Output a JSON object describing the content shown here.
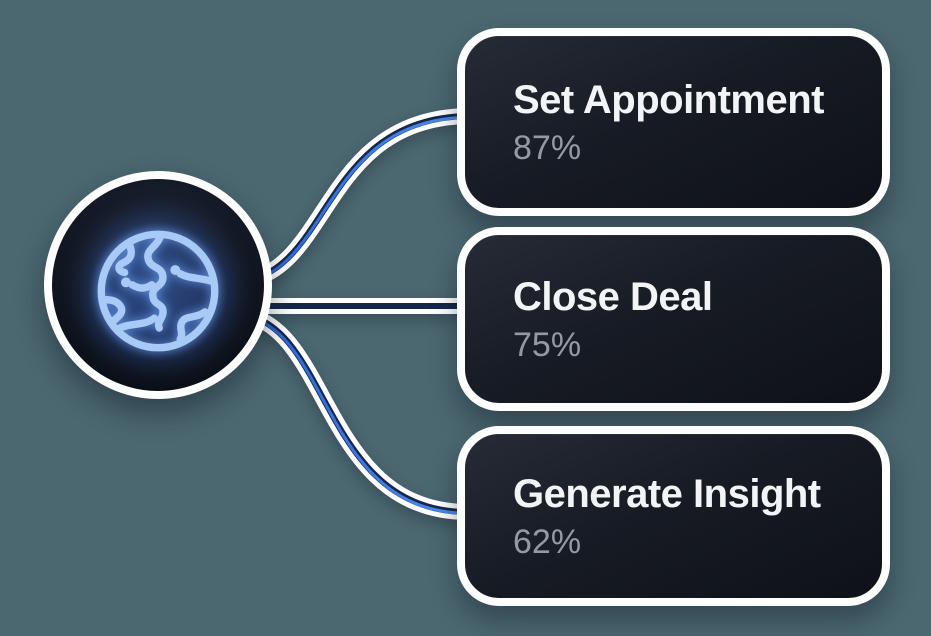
{
  "diagram": {
    "background_color": "#4B6770",
    "accent_color": "#3575EC",
    "hub": {
      "icon": "brain-network-icon",
      "glow_color": "#6EA5FA"
    },
    "cards": [
      {
        "label": "Set Appointment",
        "value": "87%"
      },
      {
        "label": "Close Deal",
        "value": "75%"
      },
      {
        "label": "Generate Insight",
        "value": "62%"
      }
    ],
    "text_colors": {
      "title": "#F2F4F6",
      "value": "#939AA3"
    }
  }
}
